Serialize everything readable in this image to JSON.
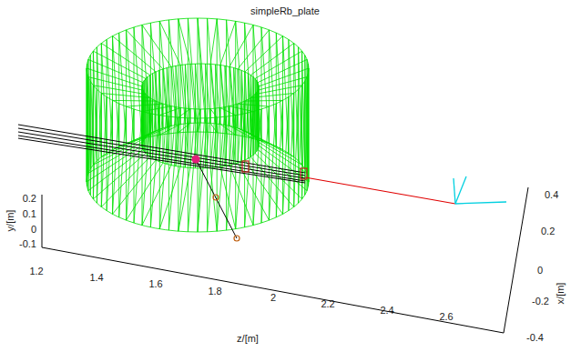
{
  "diagram": {
    "title": "simpleRb_plate",
    "labels": [
      "0.2",
      "0.1",
      "0",
      "-0.1",
      "y/[m]",
      "1.2",
      "1.4",
      "1.6",
      "1.8",
      "2",
      "2.2",
      "2.4",
      "2.6",
      "z/[m]",
      "0.4",
      "0.2",
      "0",
      "-0.2",
      "-0.4",
      "x/[m]"
    ]
  }
}
